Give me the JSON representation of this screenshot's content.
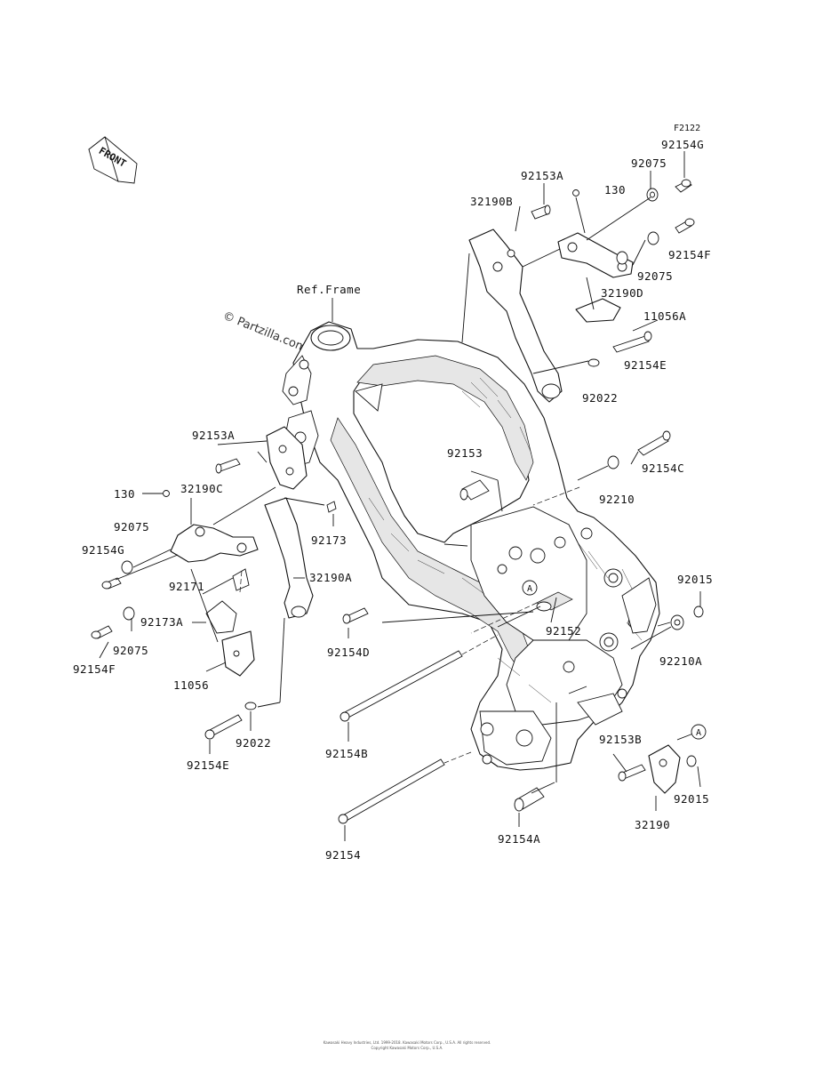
{
  "figure_code": "F2122",
  "front_label": "FRONT",
  "ref_frame": "Ref.Frame",
  "watermark": "© Partzilla.com",
  "footer_line1": "Kawasaki Heavy Industries, Ltd. 1999-2018. Kawasaki Motors Corp., U.S.A. All rights reserved.",
  "footer_line2": "Copyright Kawasaki Motors Corp., U.S.A.",
  "parts": [
    {
      "id": "p-92154g-top",
      "label": "92154G"
    },
    {
      "id": "p-92075-top",
      "label": "92075"
    },
    {
      "id": "p-130-top",
      "label": "130"
    },
    {
      "id": "p-92153a-top",
      "label": "92153A"
    },
    {
      "id": "p-32190b",
      "label": "32190B"
    },
    {
      "id": "p-92154f-top",
      "label": "92154F"
    },
    {
      "id": "p-92075-top2",
      "label": "92075"
    },
    {
      "id": "p-32190d",
      "label": "32190D"
    },
    {
      "id": "p-11056a",
      "label": "11056A"
    },
    {
      "id": "p-92154e-top",
      "label": "92154E"
    },
    {
      "id": "p-92022-top",
      "label": "92022"
    },
    {
      "id": "p-92153a-left",
      "label": "92153A"
    },
    {
      "id": "p-92153",
      "label": "92153"
    },
    {
      "id": "p-92154c",
      "label": "92154C"
    },
    {
      "id": "p-130-left",
      "label": "130"
    },
    {
      "id": "p-32190c",
      "label": "32190C"
    },
    {
      "id": "p-92210",
      "label": "92210"
    },
    {
      "id": "p-92075-left",
      "label": "92075"
    },
    {
      "id": "p-92173",
      "label": "92173"
    },
    {
      "id": "p-92154g-left",
      "label": "92154G"
    },
    {
      "id": "p-92171",
      "label": "92171"
    },
    {
      "id": "p-32190a",
      "label": "32190A"
    },
    {
      "id": "p-92015-right",
      "label": "92015"
    },
    {
      "id": "p-92173a",
      "label": "92173A"
    },
    {
      "id": "p-92152",
      "label": "92152"
    },
    {
      "id": "p-92075-left2",
      "label": "92075"
    },
    {
      "id": "p-92154d",
      "label": "92154D"
    },
    {
      "id": "p-92154f-left",
      "label": "92154F"
    },
    {
      "id": "p-92210a",
      "label": "92210A"
    },
    {
      "id": "p-11056",
      "label": "11056"
    },
    {
      "id": "p-92022-left",
      "label": "92022"
    },
    {
      "id": "p-92153b",
      "label": "92153B"
    },
    {
      "id": "p-92154e-left",
      "label": "92154E"
    },
    {
      "id": "p-92154b",
      "label": "92154B"
    },
    {
      "id": "p-92015-bottom",
      "label": "92015"
    },
    {
      "id": "p-32190",
      "label": "32190"
    },
    {
      "id": "p-92154a",
      "label": "92154A"
    },
    {
      "id": "p-92154",
      "label": "92154"
    }
  ],
  "callouts": [
    {
      "id": "callout-a-frame",
      "letter": "A"
    },
    {
      "id": "callout-a-bracket",
      "letter": "A"
    }
  ]
}
